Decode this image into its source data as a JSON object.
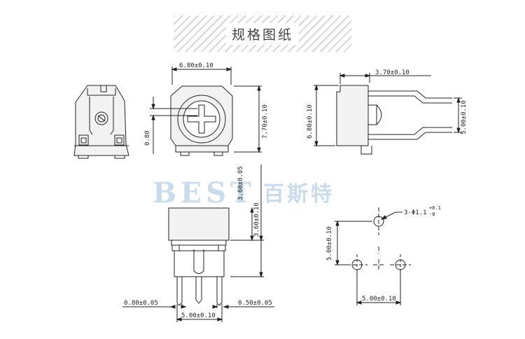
{
  "banner": {
    "title": "规格图纸"
  },
  "watermark": {
    "latin": "BEST",
    "cjk": "百斯特"
  },
  "dimensions": {
    "front_width": "6.80±0.10",
    "front_height": "7.70±0.10",
    "front_offset": "0.80",
    "side_depth": "3.70±0.10",
    "side_height": "6.80±0.10",
    "side_pin_span": "5.00±0.10",
    "bottom_top_height": "3.60±0.05",
    "bottom_body_height": "3.60±0.10",
    "bottom_pin_left": "0.80±0.05",
    "bottom_pin_right": "0.50±0.05",
    "bottom_pin_pitch": "5.00±0.10",
    "pcb_hole_label": "3-Φ1.1",
    "pcb_hole_tol_plus": "+0.1",
    "pcb_hole_tol_minus": "-0",
    "pcb_vertical": "5.00±0.10",
    "pcb_horizontal": "5.00±0.10"
  },
  "colors": {
    "line": "#222222",
    "body_fill": "#f2f2f2",
    "watermark": "#c9dcee"
  }
}
